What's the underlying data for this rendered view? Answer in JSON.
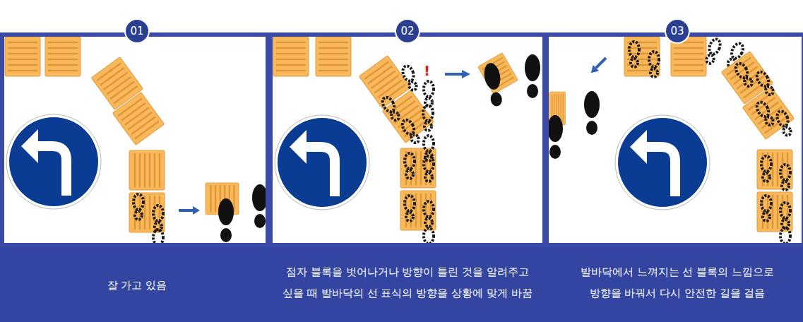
{
  "diagram": {
    "nodes": [
      {
        "text": [
          "01"
        ]
      },
      {
        "text": [
          "02"
        ]
      },
      {
        "text": [
          "03"
        ]
      }
    ],
    "labels": [
      "잘 가고 있음",
      "점자 블록을 벗어나거나 방향이 틀린 것을 알려주고 싶을 때 발바닥의 선 표식의 방향을 상황에 맞게 바꿈",
      "발바닥에서 느껴지는 선 블록의 느낌으로 방향을 바꿔서 다시 안전한 길을 걸음",
      "!"
    ]
  }
}
